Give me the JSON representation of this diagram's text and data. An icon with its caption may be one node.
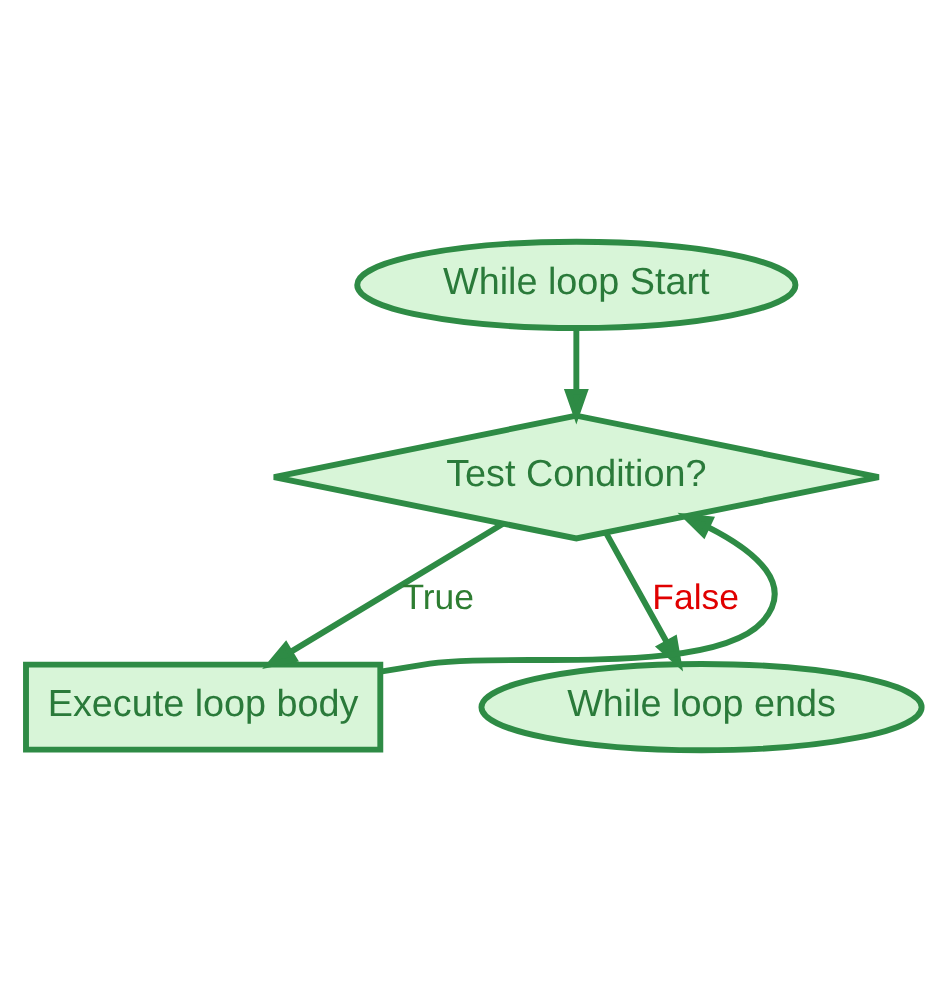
{
  "diagram": {
    "nodes": [
      {
        "text": [
          "While loop Start"
        ]
      },
      {
        "text": [
          "Test Condition?"
        ]
      },
      {
        "text": [
          "Execute loop body"
        ]
      },
      {
        "text": [
          "While loop ends"
        ]
      }
    ],
    "edges": [
      {
        "from": 0,
        "to": 1,
        "arrow": "to"
      },
      {
        "from": 1,
        "to": 2,
        "arrow": "to",
        "label": "True"
      },
      {
        "from": 1,
        "to": 3,
        "arrow": "to",
        "label": "False"
      },
      {
        "from": 2,
        "to": 1,
        "arrow": "to"
      }
    ]
  }
}
